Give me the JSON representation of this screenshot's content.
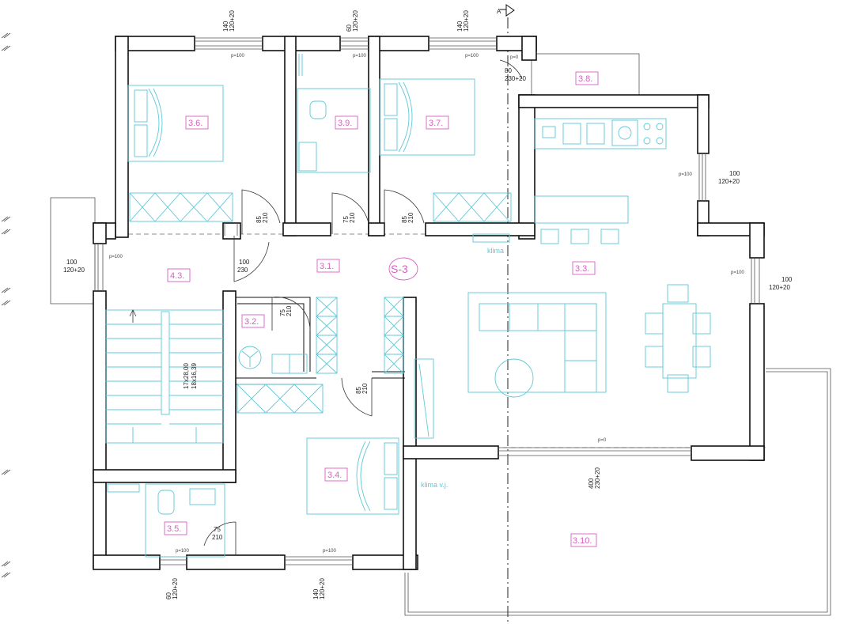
{
  "section_marker": "A",
  "stair_label": {
    "line1": "17x28,00",
    "line2": "18x16,39"
  },
  "tag": "S-3",
  "annotations": {
    "klima_top": "klima",
    "klima_vj": "klima v.j."
  },
  "rooms": [
    {
      "id": "3.6.",
      "name": "room-3-6"
    },
    {
      "id": "3.9.",
      "name": "room-3-9"
    },
    {
      "id": "3.7.",
      "name": "room-3-7"
    },
    {
      "id": "3.8.",
      "name": "room-3-8"
    },
    {
      "id": "4.3.",
      "name": "room-4-3"
    },
    {
      "id": "3.1.",
      "name": "room-3-1"
    },
    {
      "id": "3.3.",
      "name": "room-3-3"
    },
    {
      "id": "3.2.",
      "name": "room-3-2"
    },
    {
      "id": "3.4.",
      "name": "room-3-4"
    },
    {
      "id": "3.5.",
      "name": "room-3-5"
    },
    {
      "id": "3.10.",
      "name": "room-3-10"
    }
  ],
  "window_dims": {
    "top_left": {
      "w": "140",
      "h": "120+20",
      "p": "p=100"
    },
    "top_mid": {
      "w": "60",
      "h": "120+20",
      "p": "p=100"
    },
    "top_right": {
      "w": "140",
      "h": "120+20",
      "p": "p=100"
    },
    "top_balcony_door": {
      "w": "80",
      "h": "230+20",
      "p": "p=0"
    },
    "right_upper": {
      "w": "100",
      "h": "120+20",
      "p": "p=100"
    },
    "right_mid": {
      "w": "100",
      "h": "120+20",
      "p": "p=100"
    },
    "left_mid": {
      "w": "100",
      "h": "120+20",
      "p": "p=100"
    },
    "terrace_door": {
      "w": "400",
      "h": "230+20",
      "p": "p=0"
    },
    "bottom_left": {
      "w": "60",
      "h": "120+20",
      "p": "p=100"
    },
    "bottom_mid": {
      "w": "140",
      "h": "120+20",
      "p": "p=100"
    }
  },
  "door_dims": {
    "d36": {
      "w": "85",
      "h": "210"
    },
    "d39": {
      "w": "75",
      "h": "210"
    },
    "d37": {
      "w": "85",
      "h": "210"
    },
    "entry": {
      "w": "100",
      "h": "230"
    },
    "d32": {
      "w": "75",
      "h": "210"
    },
    "d34": {
      "w": "85",
      "h": "210"
    },
    "d35": {
      "w": "75",
      "h": "210"
    }
  }
}
